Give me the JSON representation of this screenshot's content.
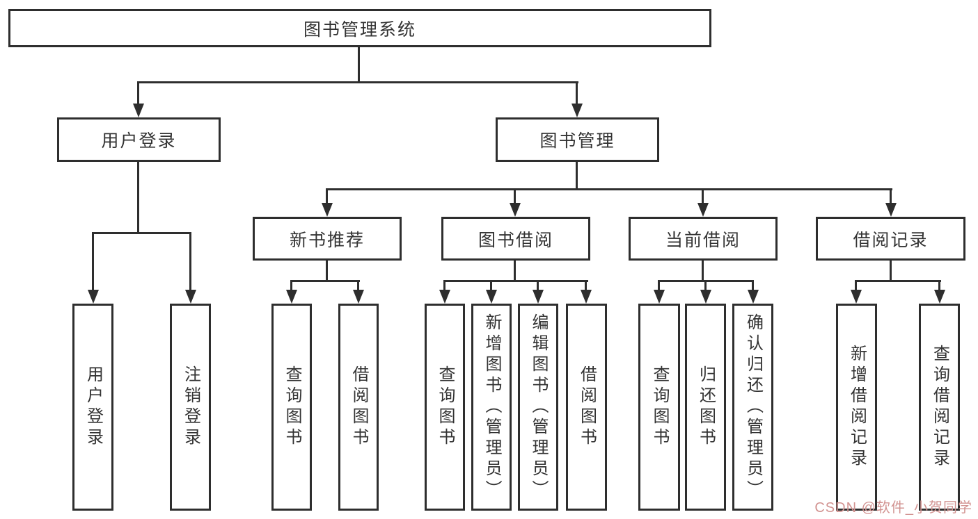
{
  "tree": {
    "root": "图书管理系统",
    "branches": [
      {
        "label": "用户登录",
        "children": [
          "用户登录",
          "注销登录"
        ]
      },
      {
        "label": "图书管理",
        "children": [
          {
            "label": "新书推荐",
            "children": [
              "查询图书",
              "借阅图书"
            ]
          },
          {
            "label": "图书借阅",
            "children": [
              "查询图书",
              "新增图书（管理员）",
              "编辑图书（管理员）",
              "借阅图书"
            ]
          },
          {
            "label": "当前借阅",
            "children": [
              "查询图书",
              "归还图书",
              "确认归还（管理员）"
            ]
          },
          {
            "label": "借阅记录",
            "children": [
              "新增借阅记录",
              "查询借阅记录"
            ]
          }
        ]
      }
    ]
  },
  "watermark": {
    "text": "CSDN @软件_小贺同学"
  },
  "colors": {
    "line": "#2e2e2e",
    "text": "#333333",
    "watermark": "#d29391",
    "background": "#ffffff"
  }
}
